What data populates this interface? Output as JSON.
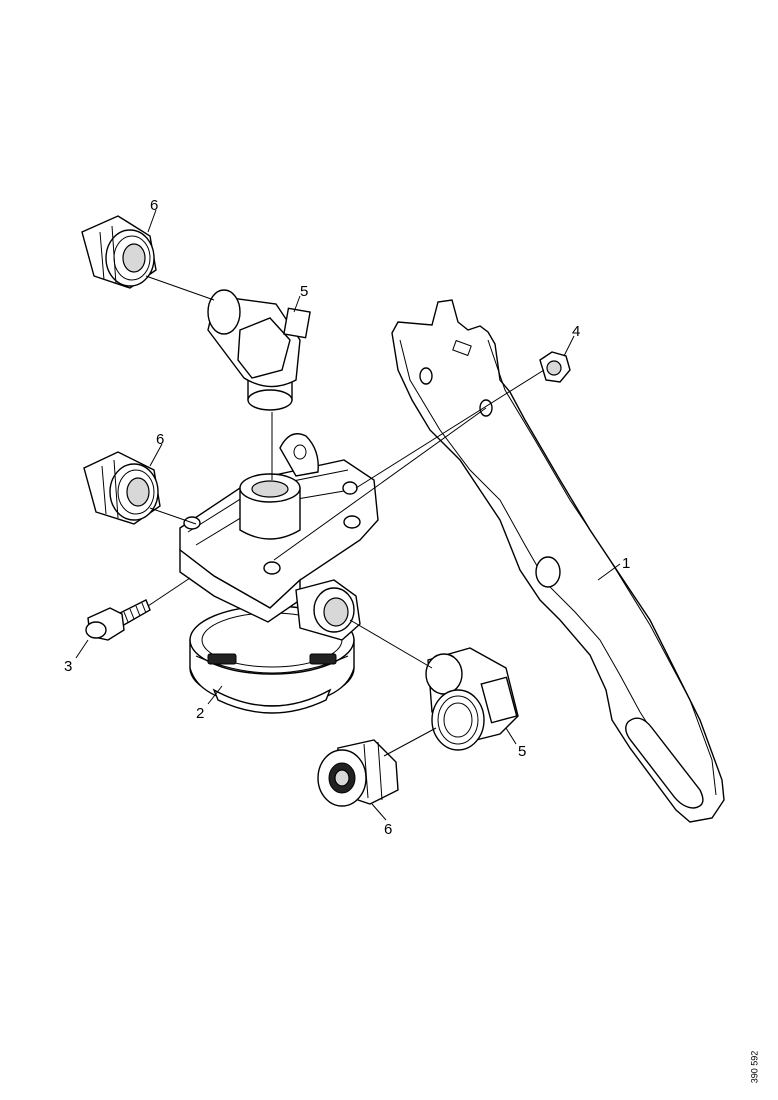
{
  "callouts": {
    "c1": "1",
    "c2": "2",
    "c3": "3",
    "c4": "4",
    "c5_top": "5",
    "c5_bottom": "5",
    "c6_top": "6",
    "c6_mid": "6",
    "c6_bottom": "6"
  },
  "document_number": "390 592"
}
